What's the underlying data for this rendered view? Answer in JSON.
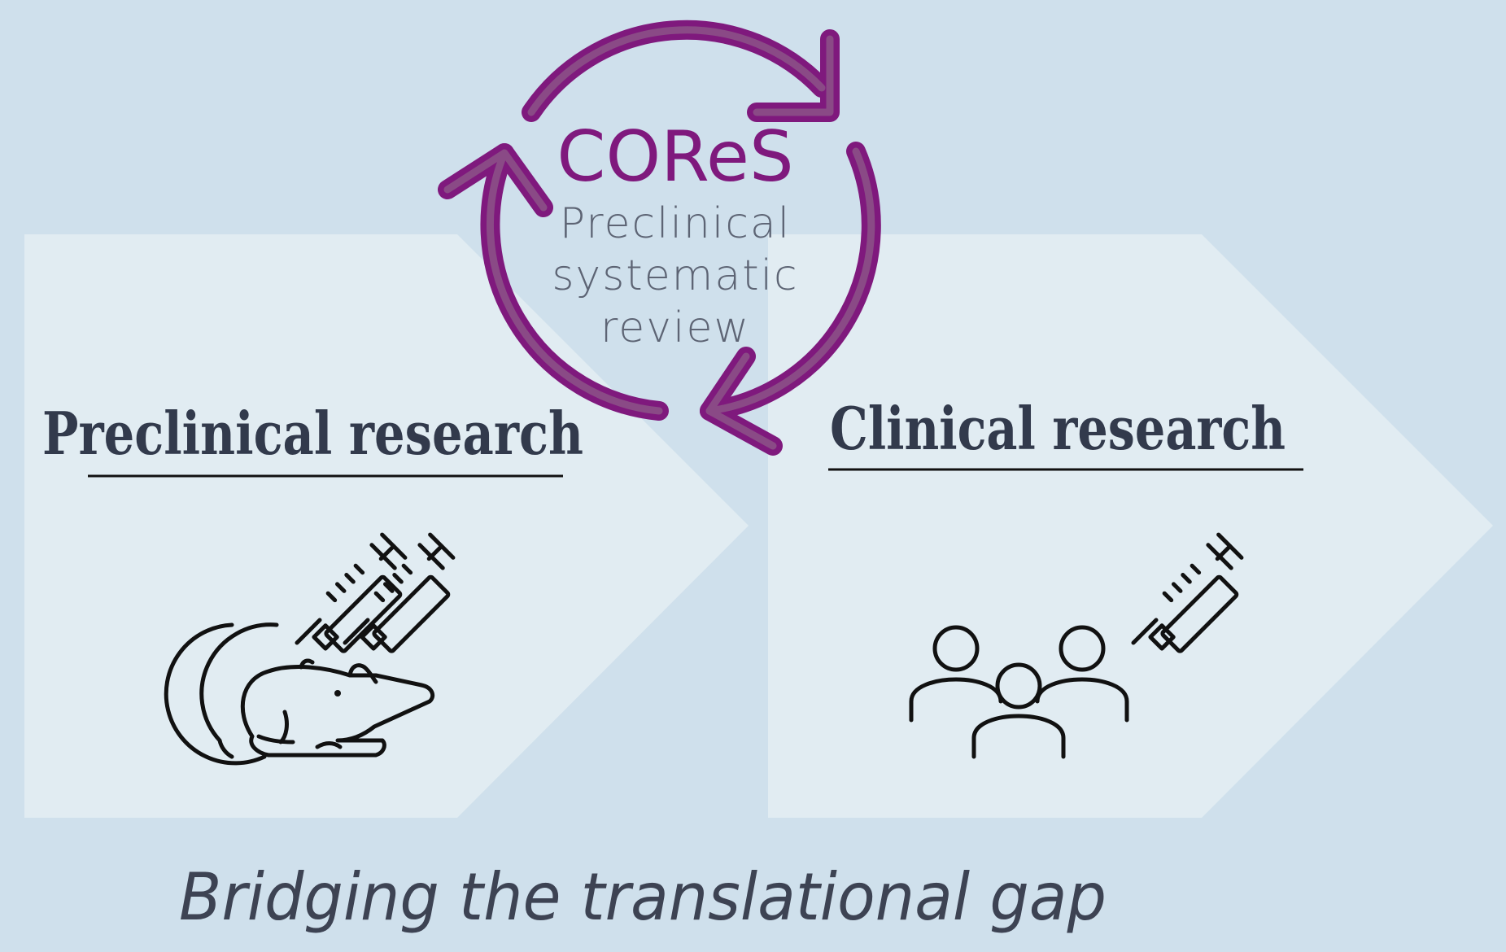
{
  "cycle": {
    "title": "COReS",
    "subtitle_lines": [
      "Preclinical",
      "systematic",
      "review"
    ],
    "color": "#7f197d"
  },
  "left_panel": {
    "heading": "Preclinical research",
    "icon": "mouse-with-syringes-icon"
  },
  "right_panel": {
    "heading": "Clinical research",
    "icon": "people-with-syringe-icon"
  },
  "caption": "Bridging the translational gap",
  "colors": {
    "background": "#cfe0ec",
    "panel": "#e1ecf2",
    "heading": "#323a4c",
    "accent": "#7f197d"
  }
}
